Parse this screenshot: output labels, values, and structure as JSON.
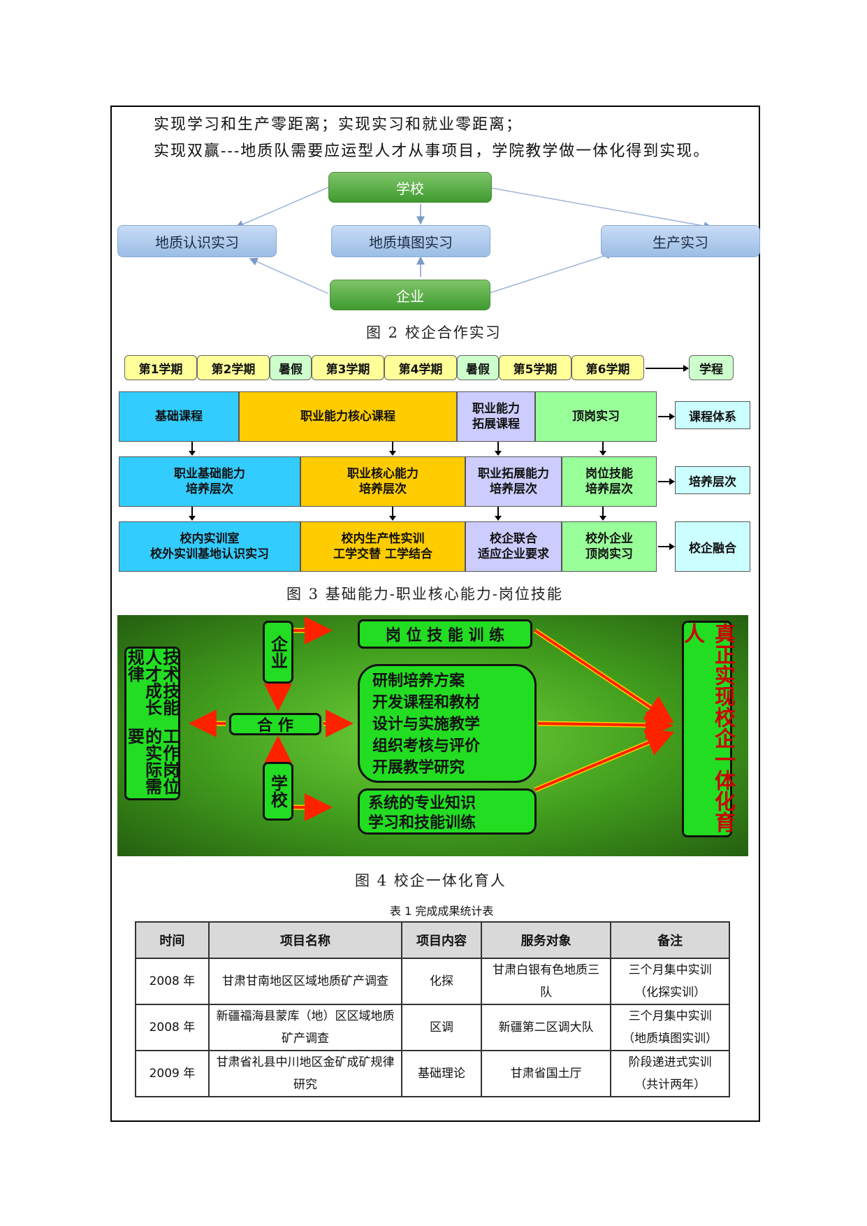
{
  "text_lines": [
    "实现学习和生产零距离；实现实习和就业零距离；",
    "实现双赢---地质队需要应运型人才从事项目，学院教学做一体化得到实现。"
  ],
  "fig2": {
    "school": "学校",
    "enterprise": "企业",
    "left": "地质认识实习",
    "center": "地质填图实习",
    "right": "生产实习",
    "caption": "图 2  校企合作实习"
  },
  "fig3": {
    "semesters": [
      "第1学期",
      "第2学期",
      "暑假",
      "第3学期",
      "第4学期",
      "暑假",
      "第5学期",
      "第6学期"
    ],
    "process": "学程",
    "row1": [
      "基础课程",
      "职业能力核心课程",
      "职业能力\n拓展课程",
      "顶岗实习"
    ],
    "row1_side": "课程体系",
    "row2": [
      "职业基础能力\n培养层次",
      "职业核心能力\n培养层次",
      "职业拓展能力\n培养层次",
      "岗位技能\n培养层次"
    ],
    "row2_side": "培养层次",
    "row3": [
      "校内实训室\n校外实训基地认识实习",
      "校内生产性实训\n工学交替 工学结合",
      "校企联合\n适应企业要求",
      "校外企业\n顶岗实习"
    ],
    "row3_side": "校企融合",
    "caption": "图 3  基础能力-职业核心能力-岗位技能"
  },
  "fig4": {
    "left_col1": "技术技能人才成长规律",
    "left_col2": "工作岗位的实际需要",
    "enterprise": "企业",
    "cooperation": "合  作",
    "school": "学校",
    "top_box": "岗 位 技 能 训 练",
    "middle_box": [
      "研制培养方案",
      "开发课程和教材",
      "设计与实施教学",
      "组织考核与评价",
      "开展教学研究"
    ],
    "bottom_box": [
      "系统的专业知识",
      "学习和技能训练"
    ],
    "right_box": "真正实现校企一体化育人",
    "caption": "图  4 校企一体化育人"
  },
  "table": {
    "title": "表 1 完成成果统计表",
    "headers": [
      "时间",
      "项目名称",
      "项目内容",
      "服务对象",
      "备注"
    ],
    "rows": [
      [
        "2008 年",
        "甘肃甘南地区区域地质矿产调查",
        "化探",
        "甘肃白银有色地质三队",
        "三个月集中实训\n（化探实训）"
      ],
      [
        "2008 年",
        "新疆福海县蒙库（地）区区域地质矿产调查",
        "区调",
        "新疆第二区调大队",
        "三个月集中实训\n（地质填图实训）"
      ],
      [
        "2009 年",
        "甘肃省礼县中川地区金矿成矿规律研究",
        "基础理论",
        "甘肃省国土厅",
        "阶段递进式实训\n（共计两年）"
      ]
    ]
  }
}
